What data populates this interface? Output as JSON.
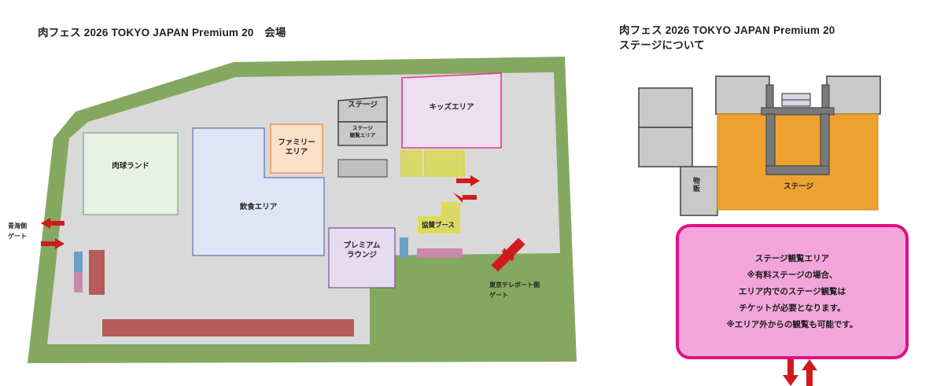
{
  "left_panel": {
    "title": "肉フェス 2026 TOKYO JAPAN Premium 20　会場",
    "areas": {
      "nikkyu_land": "肉球ランド",
      "food_area": "飲食エリア",
      "family_area": "ファミリー\nエリア",
      "stage": "ステージ",
      "stage_view_area": "ステージ\n観覧エリア",
      "kids_area": "キッズエリア",
      "premium_lounge": "プレミアム\nラウンジ",
      "sponsor_booth": "協賛ブース"
    },
    "gates": {
      "aomi": "青海側\nゲート",
      "teleport": "東京テレポート側\nゲート"
    }
  },
  "right_panel": {
    "title": "肉フェス 2026 TOKYO JAPAN Premium 20\nステージについて",
    "stage_label": "ステージ",
    "merch_label": "物販",
    "notice": "ステージ観覧エリア\n※有料ステージの場合、\nエリア内でのステージ観覧は\nチケットが必要となります。\n※エリア外からの観覧も可能です。"
  },
  "colors": {
    "grass_green": "#84a860",
    "ground_gray": "#d9d9d9",
    "stage_orange": "#eda230",
    "kids_pink_border": "#e8368f",
    "kids_pink_fill": "#ece0ef",
    "notice_pink": "#f2a5da",
    "notice_border": "#e0117f",
    "arrow_red": "#cf1b1b",
    "green_area": "#e8f2e4",
    "blue_area": "#dde3f3",
    "orange_area": "#fae0c8",
    "purple_area": "#e6dcf0",
    "yellow_box": "#d9d96a",
    "gray_box": "#bfbfbf",
    "red_box": "#b55b5b",
    "blue_box": "#6aa0c8",
    "pink_box": "#c98aa8"
  }
}
